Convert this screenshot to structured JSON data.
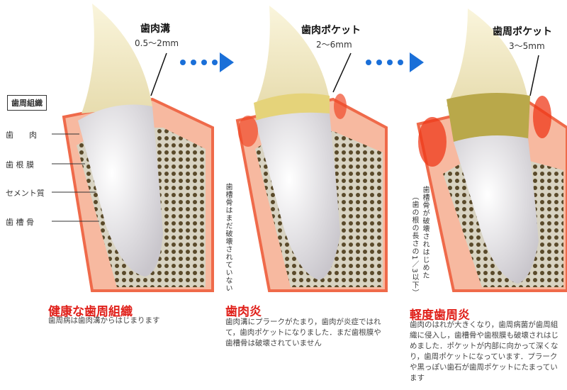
{
  "colors": {
    "accent": "#e0201a",
    "arrow": "#1a6fd8",
    "gum": "#f7b9a0",
    "gum_edge": "#ef5a3a",
    "bone": "#cfc9b8",
    "tooth": "#f4f3f4",
    "crown": "#f5eed0"
  },
  "panels": [
    {
      "label": "歯肉溝",
      "measure": "0.5〜2mm",
      "title": "健康な歯周組織",
      "body": "歯周病は歯肉溝からはじまります",
      "note": "歯槽骨はまだ破壊されていない"
    },
    {
      "label": "歯肉ポケット",
      "measure": "2〜6mm",
      "title": "歯肉炎",
      "body": "歯肉溝にプラークがたまり，歯肉が炎症ではれて，歯肉ポケットになりました．まだ歯根膜や歯槽骨は破壊されていません"
    },
    {
      "label": "歯周ポケット",
      "measure": "3〜5mm",
      "title": "軽度歯周炎",
      "body": "歯肉のはれが大きくなり，歯周病菌が歯周組織に侵入し，歯槽骨や歯根膜も破壊されはじめました．ポケットが内部に向かって深くなり，歯周ポケットになっています．プラークや黒っぽい歯石が歯周ポケットにたまっています",
      "note": "歯槽骨が破壊されはじめた",
      "note2": "（歯の根の長さの1／3以下）"
    }
  ],
  "legend": {
    "header": "歯周組織",
    "items": [
      "歯　　肉",
      "歯 根 膜",
      "セメント質",
      "歯 槽 骨"
    ]
  }
}
